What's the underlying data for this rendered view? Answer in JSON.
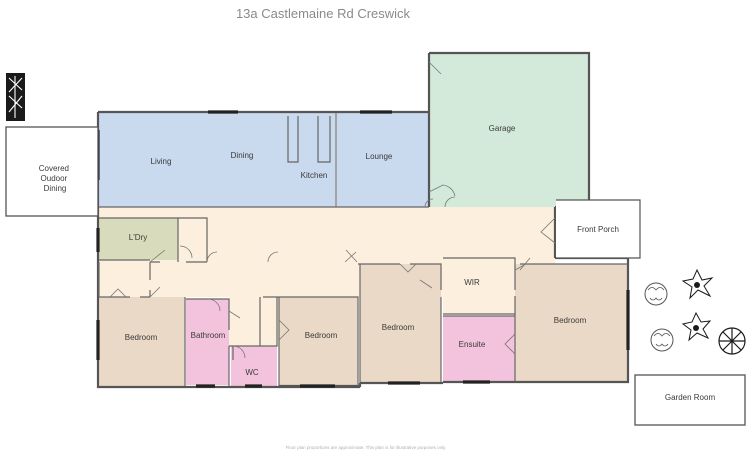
{
  "title": "13a Castlemaine Rd Creswick",
  "disclaimer": "Floor plan proportions are approximate. This plan is for illustrative purposes only.",
  "rooms": {
    "living": "Living",
    "dining": "Dining",
    "kitchen": "Kitchen",
    "lounge": "Lounge",
    "garage": "Garage",
    "covered_dining": [
      "Covered",
      "Oudoor",
      "Dining"
    ],
    "laundry": "L'Dry",
    "front_porch": "Front Porch",
    "bedroom_1": "Bedroom",
    "bathroom": "Bathroom",
    "wc": "WC",
    "bedroom_2": "Bedroom",
    "bedroom_3": "Bedroom",
    "wir": "WIR",
    "ensuite": "Ensuite",
    "bedroom_4": "Bedroom",
    "garden_room": "Garden Room"
  },
  "colors": {
    "living": "#c9d9ee",
    "garage": "#d3e9d9",
    "hall": "#fcefdd",
    "bedroom": "#ead9c7",
    "wet": "#f3c3dd",
    "laundry": "#d8dcbc",
    "wall": "#555555"
  }
}
